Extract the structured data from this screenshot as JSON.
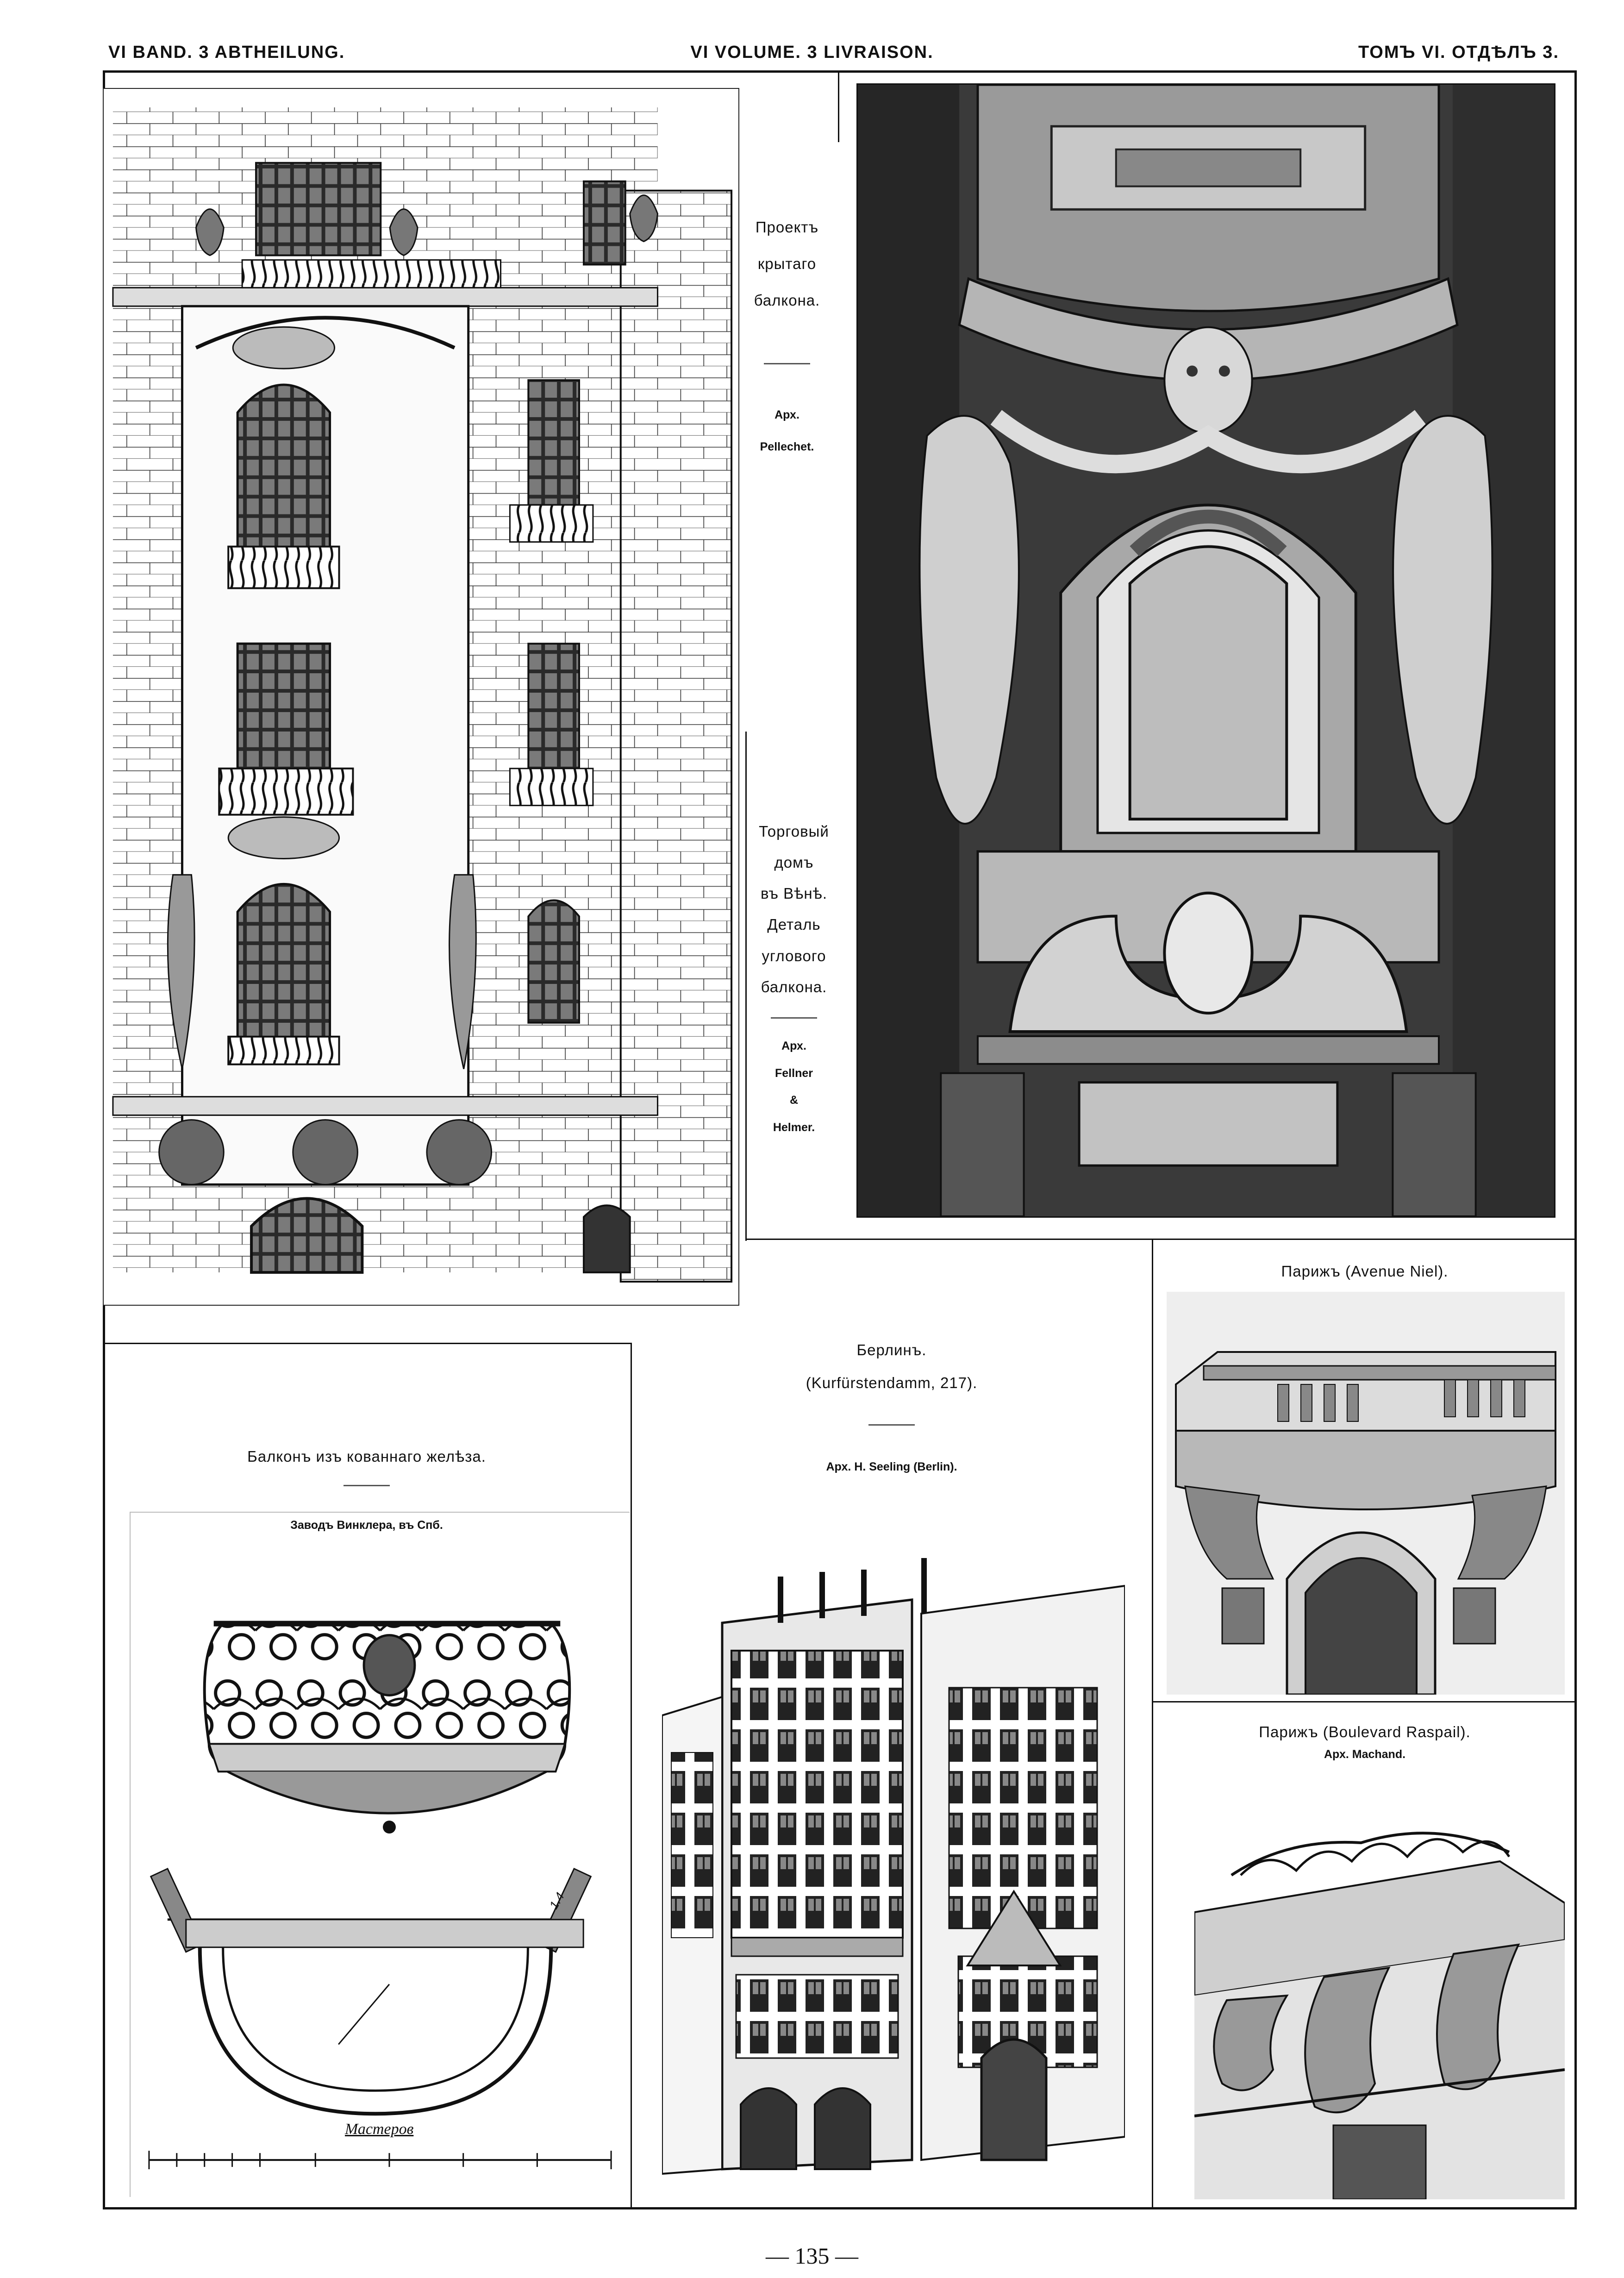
{
  "header": {
    "left": "VI BAND. 3 ABTHEILUNG.",
    "center": "VI VOLUME. 3 LIVRAISON.",
    "right": "ТОМЪ VI. ОТДѢЛЪ 3."
  },
  "captions": {
    "pellechet": {
      "title_lines": [
        "Проектъ",
        "крытаго",
        "балкона."
      ],
      "arch_label": "Арх.",
      "architect": "Pellechet."
    },
    "vienna": {
      "title_lines": [
        "Торговый",
        "домъ",
        "въ Вѣнѣ.",
        "Деталь",
        "углового",
        "балкона."
      ],
      "arch_label": "Арх.",
      "architect_lines": [
        "Fellner",
        "&",
        "Helmer."
      ]
    },
    "berlin": {
      "title": "Берлинъ.",
      "address": "(Kurfürstendamm, 217).",
      "architect": "Арх. H. Seeling (Berlin)."
    },
    "ironwork": {
      "title": "Балконъ изъ кованнаго желѣза.",
      "maker": "Заводъ Винклера, въ Спб."
    },
    "paris_niel": {
      "title": "Парижъ (Avenue Niel)."
    },
    "paris_raspail": {
      "title": "Парижъ (Boulevard Raspail).",
      "architect": "Арх. Machand."
    }
  },
  "drawing_text": {
    "dimension": "1.4",
    "scale_signature": "Мастеров"
  },
  "page_number": "— 135 —"
}
